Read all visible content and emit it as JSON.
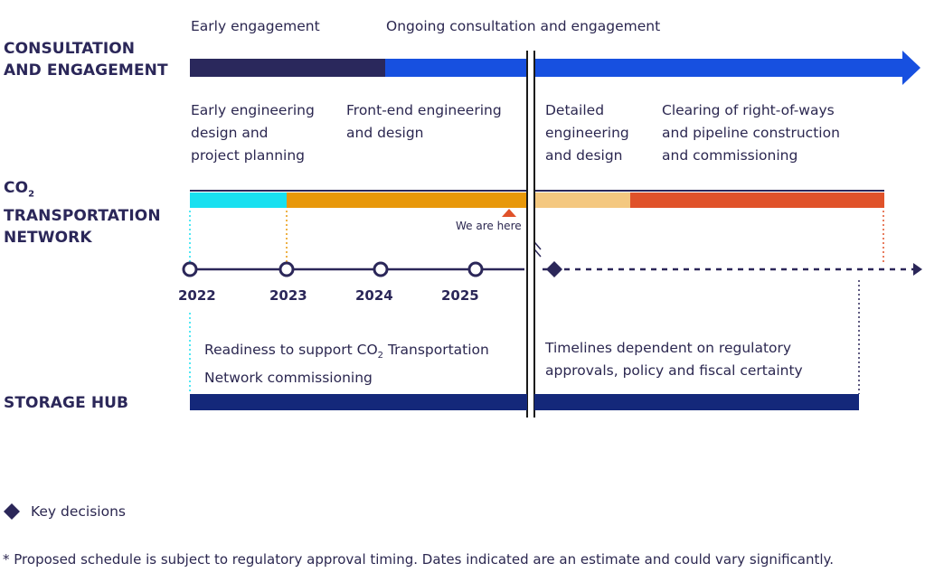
{
  "rows": {
    "consultation": "CONSULTATION\nAND ENGAGEMENT",
    "co2_prefix": "CO",
    "co2_sub": "2",
    "transport_rest": "TRANSPORTATION\nNETWORK",
    "storage": "STORAGE HUB"
  },
  "consultation_phases": {
    "early": "Early engagement",
    "ongoing": "Ongoing consultation and engagement"
  },
  "network_phases": {
    "early_eng": "Early engineering\ndesign and\nproject planning",
    "front_end": "Front-end engineering\nand design",
    "detailed": "Detailed\nengineering\nand design",
    "clearing": "Clearing of right-of-ways\nand pipeline construction\nand commissioning"
  },
  "marker": {
    "we_are_here": "We are here"
  },
  "years": [
    "2022",
    "2023",
    "2024",
    "2025"
  ],
  "storage_notes": {
    "readiness_a": "Readiness to support CO",
    "readiness_sub": "2",
    "readiness_b": " Transportation",
    "readiness_c": "Network commissioning",
    "timelines": "Timelines dependent on regulatory\napprovals, policy and fiscal certainty"
  },
  "legend": {
    "key_decisions": "Key decisions"
  },
  "footnote": "* Proposed schedule is subject to regulatory approval timing. Dates indicated are an estimate and could vary significantly.",
  "colors": {
    "navy": "#2b2759",
    "dark_navy_bar": "#1b2a6b",
    "blue": "#1750e0",
    "cyan": "#18e0f0",
    "orange": "#e8980a",
    "light_orange": "#f4c880",
    "red_orange": "#e0522a",
    "storage_bar": "#14287a"
  }
}
